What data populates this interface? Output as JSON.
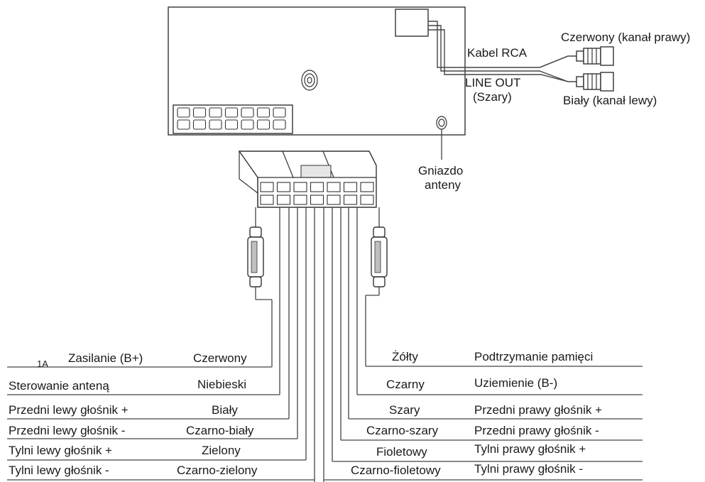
{
  "rca": {
    "cable_label": "Kabel RCA",
    "line_out_line1": "LINE OUT",
    "line_out_line2": "(Szary)",
    "right_channel": "Czerwony (kanał prawy)",
    "left_channel": "Biały (kanał lewy)"
  },
  "antenna_socket": {
    "line1": "Gniazdo",
    "line2": "anteny"
  },
  "fuse_rating": "1A",
  "left_wires": [
    {
      "function": "Zasilanie (B+)",
      "color": "Czerwony"
    },
    {
      "function": "Sterowanie anteną",
      "color": "Niebieski"
    },
    {
      "function": "Przedni lewy głośnik +",
      "color": "Biały"
    },
    {
      "function": "Przedni lewy głośnik -",
      "color": "Czarno-biały"
    },
    {
      "function": "Tylni lewy głośnik +",
      "color": "Zielony"
    },
    {
      "function": "Tylni lewy głośnik -",
      "color": "Czarno-zielony"
    }
  ],
  "right_wires": [
    {
      "color": "Żółty",
      "function": "Podtrzymanie pamięci"
    },
    {
      "color": "Czarny",
      "function": "Uziemienie (B-)"
    },
    {
      "color": "Szary",
      "function": "Przedni prawy głośnik +"
    },
    {
      "color": "Czarno-szary",
      "function": "Przedni prawy głośnik -"
    },
    {
      "color": "Fioletowy",
      "function": "Tylni prawy głośnik +"
    },
    {
      "color": "Czarno-fioletowy",
      "function": "Tylni prawy głośnik -"
    }
  ]
}
